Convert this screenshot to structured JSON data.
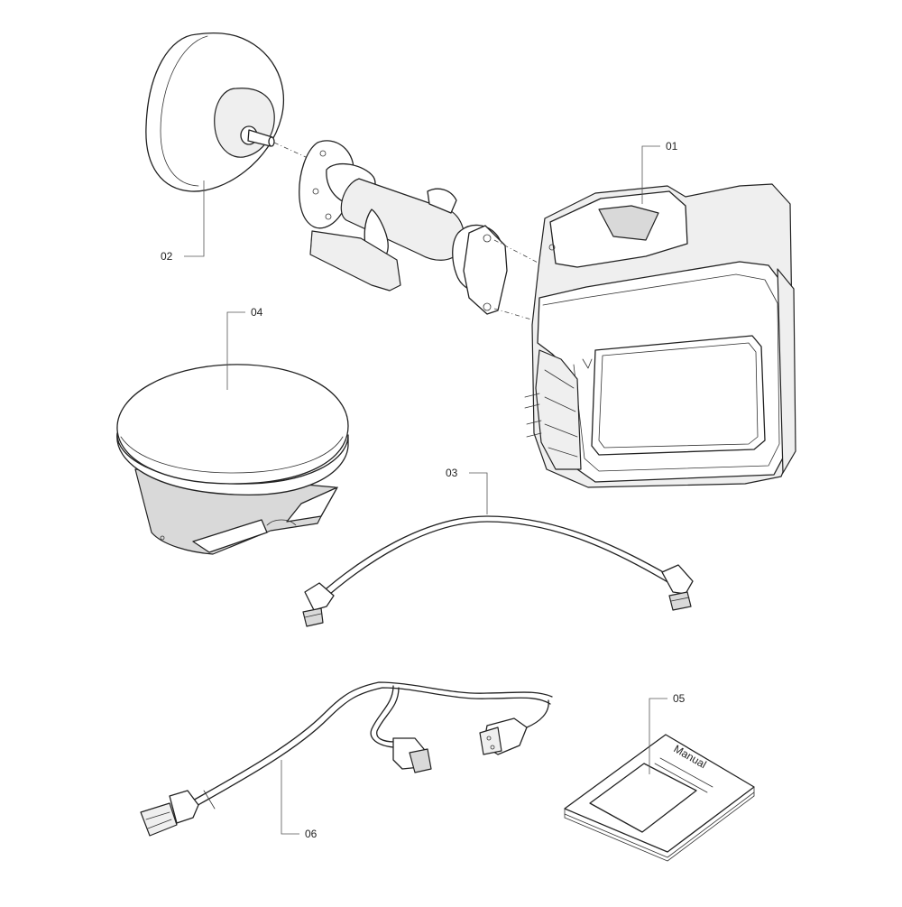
{
  "callouts": {
    "p01": "01",
    "p02": "02",
    "p03": "03",
    "p04": "04",
    "p05": "05",
    "p06": "06"
  },
  "manual": {
    "cover_title": "Manual"
  },
  "colors": {
    "line": "#222222",
    "background": "#ffffff",
    "shade": "#efefef"
  }
}
